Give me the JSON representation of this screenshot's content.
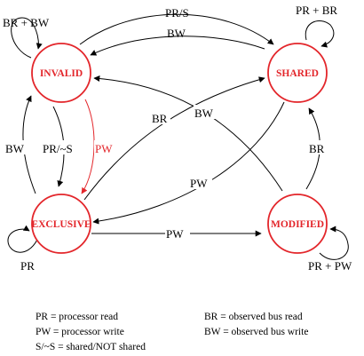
{
  "colors": {
    "state": "#e3262b",
    "edge": "#000000",
    "edge_highlight": "#e3262b"
  },
  "states": {
    "invalid": "INVALID",
    "shared": "SHARED",
    "exclusive": "EXCLUSIVE",
    "modified": "MODIFIED"
  },
  "edges": {
    "invalid_self": "BR + BW",
    "invalid_to_shared": "PR/S",
    "shared_to_invalid": "BW",
    "shared_self": "PR + BR",
    "exclusive_to_shared": "BR",
    "modified_to_invalid": "BW",
    "exclusive_to_invalid": "BW",
    "invalid_to_exclusive_pr": "PR/~S",
    "invalid_to_exclusive_pw": "PW",
    "modified_to_shared": "BR",
    "shared_to_exclusive": "PW",
    "exclusive_self": "PR",
    "exclusive_to_modified": "PW",
    "modified_self": "PR + PW"
  },
  "legend": {
    "pr": "PR = processor read",
    "pw": "PW = processor write",
    "s": "S/~S = shared/NOT shared",
    "br": "BR = observed bus read",
    "bw": "BW = observed bus write"
  }
}
